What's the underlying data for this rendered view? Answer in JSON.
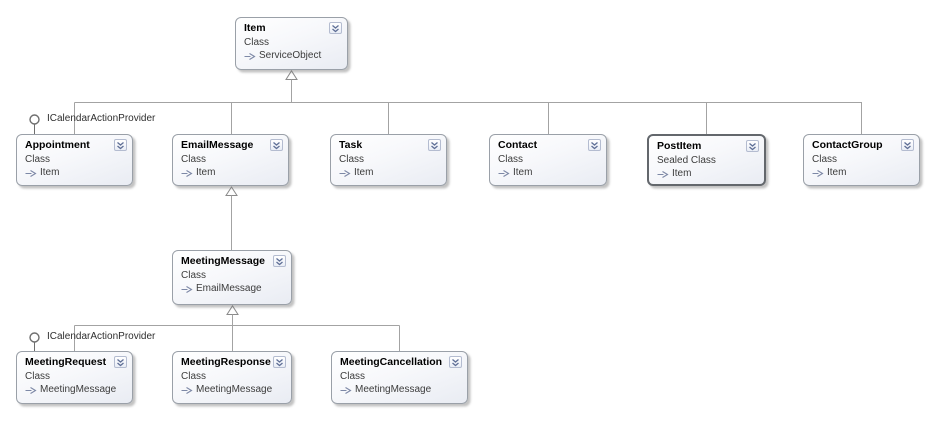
{
  "nodes": {
    "item": {
      "title": "Item",
      "kind": "Class",
      "base": "ServiceObject"
    },
    "appointment": {
      "title": "Appointment",
      "kind": "Class",
      "base": "Item"
    },
    "emailmessage": {
      "title": "EmailMessage",
      "kind": "Class",
      "base": "Item"
    },
    "task": {
      "title": "Task",
      "kind": "Class",
      "base": "Item"
    },
    "contact": {
      "title": "Contact",
      "kind": "Class",
      "base": "Item"
    },
    "postitem": {
      "title": "PostItem",
      "kind": "Sealed Class",
      "base": "Item"
    },
    "contactgroup": {
      "title": "ContactGroup",
      "kind": "Class",
      "base": "Item"
    },
    "meetingmessage": {
      "title": "MeetingMessage",
      "kind": "Class",
      "base": "EmailMessage"
    },
    "meetingrequest": {
      "title": "MeetingRequest",
      "kind": "Class",
      "base": "MeetingMessage"
    },
    "meetingresponse": {
      "title": "MeetingResponse",
      "kind": "Class",
      "base": "MeetingMessage"
    },
    "meetingcancellation": {
      "title": "MeetingCancellation",
      "kind": "Class",
      "base": "MeetingMessage"
    }
  },
  "interfaces": [
    {
      "label": "ICalendarActionProvider"
    },
    {
      "label": "ICalendarActionProvider"
    }
  ],
  "icons": {
    "collapse": "chevron-double-down",
    "inherits": "inheritance-arrow",
    "interface": "lollipop-interface"
  },
  "colors": {
    "background": "#ffffff",
    "node_border": "#9aa0a8",
    "sealed_node_border": "#63676c",
    "node_fill_top": "#ffffff",
    "node_fill_bottom": "#e9ecf3",
    "connector_line": "#a3a3a3",
    "collapse_glyph": "#5f6f96",
    "inherits_arrow": "#7d88a6",
    "title_text": "#000000",
    "detail_text": "#3c3c3c"
  }
}
